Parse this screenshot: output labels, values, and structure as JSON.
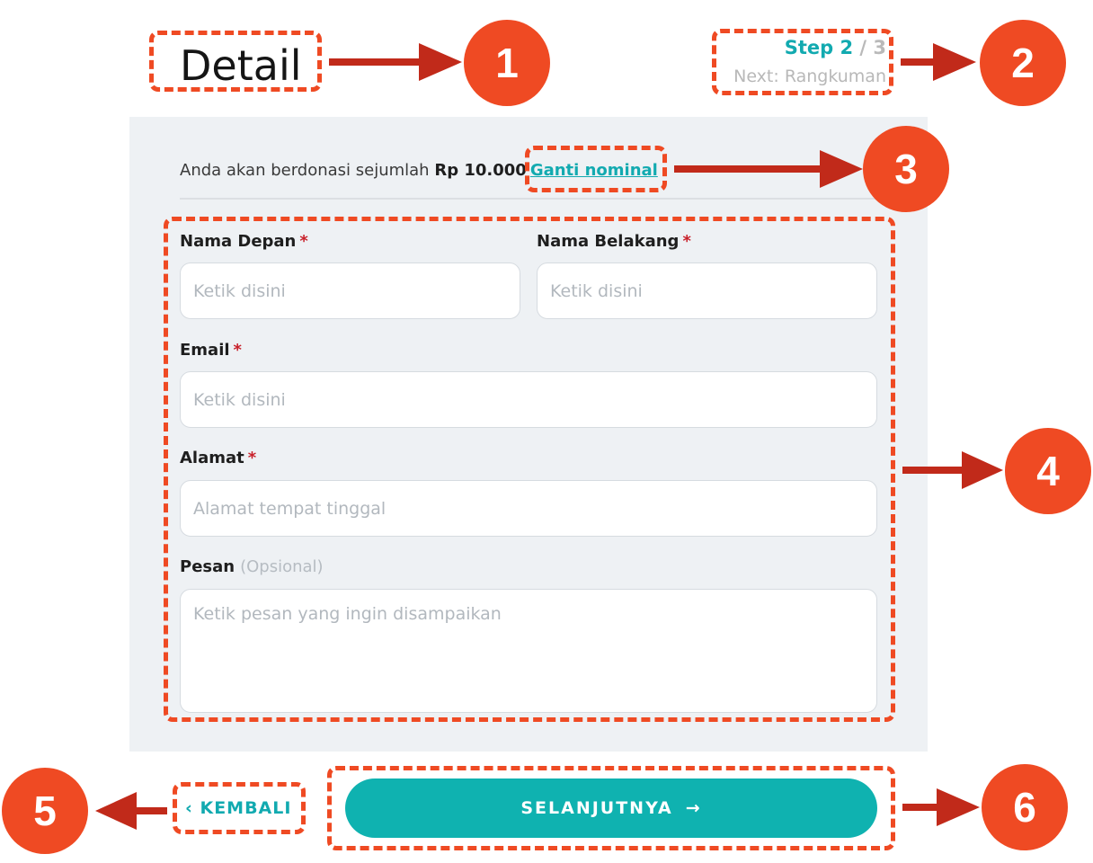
{
  "header": {
    "title": "Detail",
    "step_prefix": "Step 2",
    "step_total": " / 3",
    "next_step": "Next: Rangkuman"
  },
  "donation": {
    "intro_text": "Anda akan berdonasi sejumlah ",
    "amount": "Rp 10.000",
    "change_link": "Ganti nominal"
  },
  "form": {
    "first_name": {
      "label": "Nama Depan",
      "required": "*",
      "placeholder": "Ketik disini"
    },
    "last_name": {
      "label": "Nama Belakang",
      "required": "*",
      "placeholder": "Ketik disini"
    },
    "email": {
      "label": "Email",
      "required": "*",
      "placeholder": "Ketik disini"
    },
    "address": {
      "label": "Alamat",
      "required": "*",
      "placeholder": "Alamat tempat tinggal"
    },
    "message": {
      "label": "Pesan",
      "optional": "(Opsional)",
      "placeholder": "Ketik pesan yang ingin disampaikan"
    }
  },
  "navigation": {
    "back_icon": "‹",
    "back_label": "KEMBALI",
    "next_label": "SELANJUTNYA",
    "next_icon": "→"
  },
  "annotations": {
    "badge_1": "1",
    "badge_2": "2",
    "badge_3": "3",
    "badge_4": "4",
    "badge_5": "5",
    "badge_6": "6"
  },
  "colors": {
    "accent": "#12aab0",
    "button": "#0fb2b0",
    "annotation": "#ef4a23",
    "arrow": "#c12a1a",
    "panel": "#eef1f4",
    "required": "#c8202a"
  }
}
